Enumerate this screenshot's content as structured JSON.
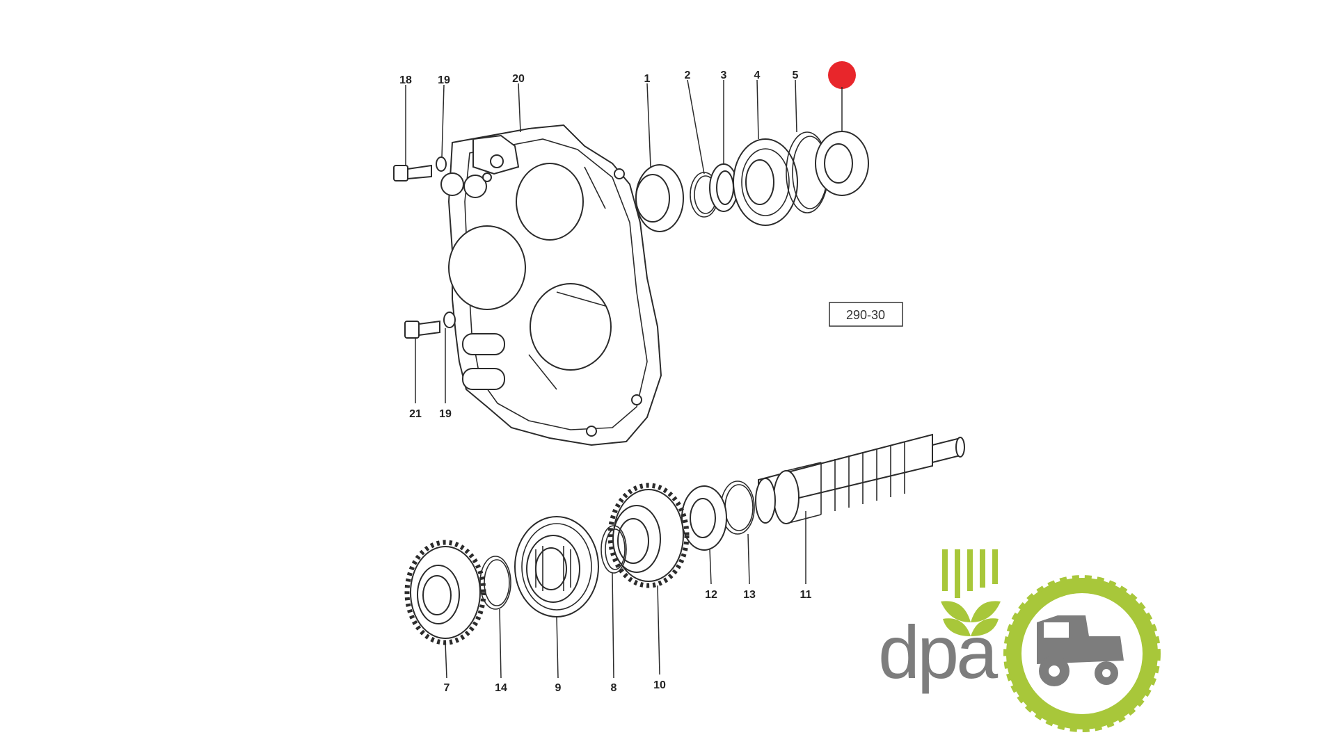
{
  "diagram": {
    "reference_code": "290-30",
    "callouts": [
      "18",
      "19",
      "20",
      "1",
      "2",
      "3",
      "4",
      "5",
      "21",
      "19",
      "11",
      "12",
      "13",
      "7",
      "14",
      "9",
      "8",
      "10"
    ],
    "highlight_color": "#e8262b",
    "line_color": "#2b2b2b"
  },
  "logo": {
    "text": "dpa",
    "text_color": "#7d7d7d",
    "accent_color": "#a8c73a"
  }
}
